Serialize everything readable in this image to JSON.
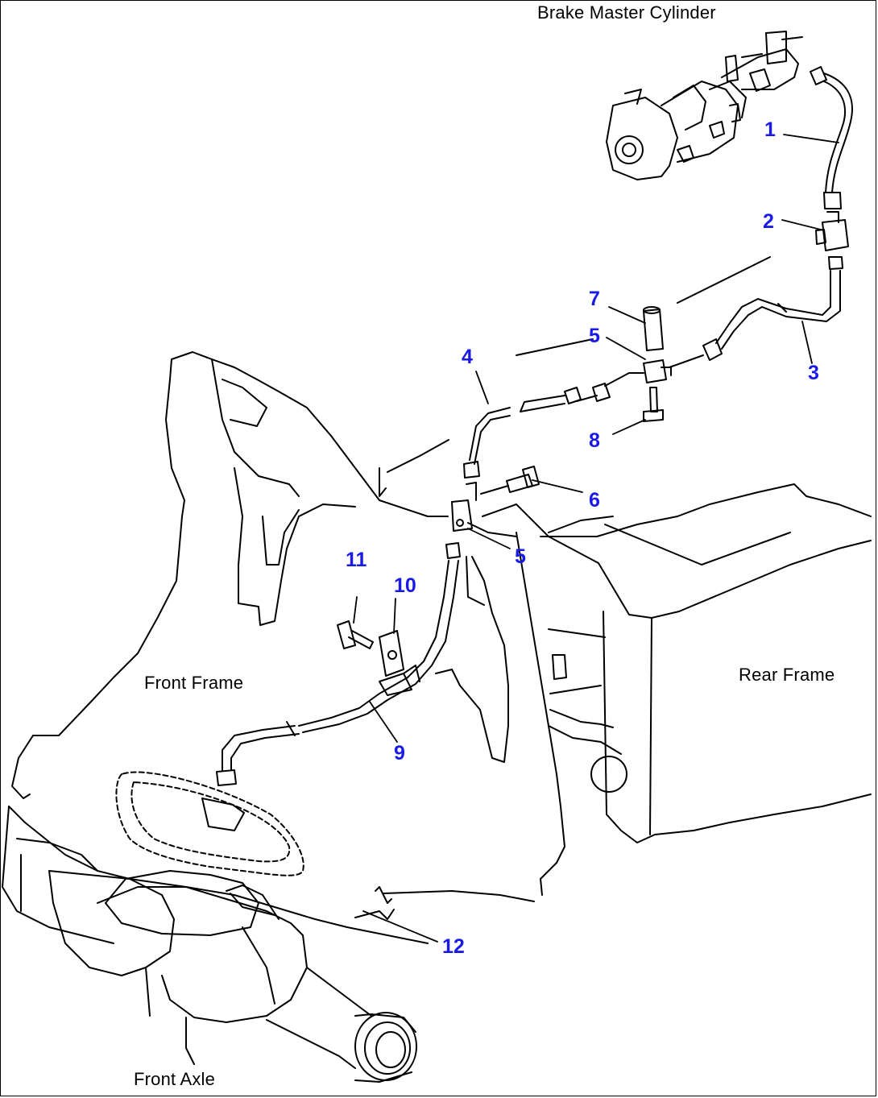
{
  "labels": {
    "brake_master_cylinder": "Brake Master Cylinder",
    "front_frame": "Front Frame",
    "rear_frame": "Rear Frame",
    "front_axle": "Front Axle"
  },
  "callouts": [
    "1",
    "2",
    "3",
    "4",
    "5",
    "5",
    "6",
    "7",
    "8",
    "9",
    "10",
    "11",
    "12"
  ],
  "colors": {
    "line": "#000000",
    "callout": "#1a1ae6",
    "background": "#ffffff"
  }
}
